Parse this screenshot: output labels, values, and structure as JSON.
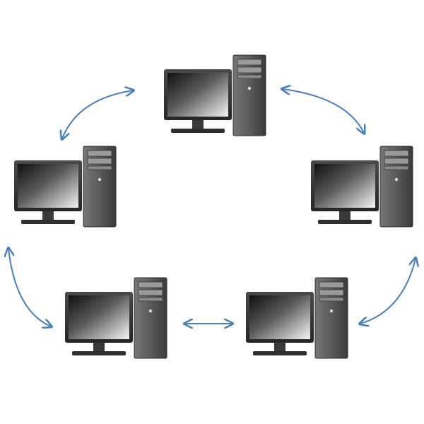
{
  "diagram": {
    "type": "ring-network",
    "colors": {
      "background": "#ffffff",
      "arrow": "#4a7fb7",
      "case_light": "#6a6a6a",
      "case_dark": "#3a3a3a",
      "bezel": "#2f2f2f",
      "screen_dark": "#111111",
      "screen_light": "#f4f4f4",
      "drive_bay": "#9a9a9a"
    },
    "nodes": [
      {
        "id": "computer-top",
        "icon": "desktop-computer-icon"
      },
      {
        "id": "computer-left",
        "icon": "desktop-computer-icon"
      },
      {
        "id": "computer-right",
        "icon": "desktop-computer-icon"
      },
      {
        "id": "computer-bottom-left",
        "icon": "desktop-computer-icon"
      },
      {
        "id": "computer-bottom-right",
        "icon": "desktop-computer-icon"
      }
    ],
    "links": [
      {
        "from": "computer-top",
        "to": "computer-left",
        "style": "bidirectional-curved"
      },
      {
        "from": "computer-top",
        "to": "computer-right",
        "style": "bidirectional-curved"
      },
      {
        "from": "computer-left",
        "to": "computer-bottom-left",
        "style": "bidirectional-curved"
      },
      {
        "from": "computer-bottom-left",
        "to": "computer-bottom-right",
        "style": "bidirectional-straight"
      },
      {
        "from": "computer-bottom-right",
        "to": "computer-right",
        "style": "bidirectional-curved"
      }
    ]
  }
}
